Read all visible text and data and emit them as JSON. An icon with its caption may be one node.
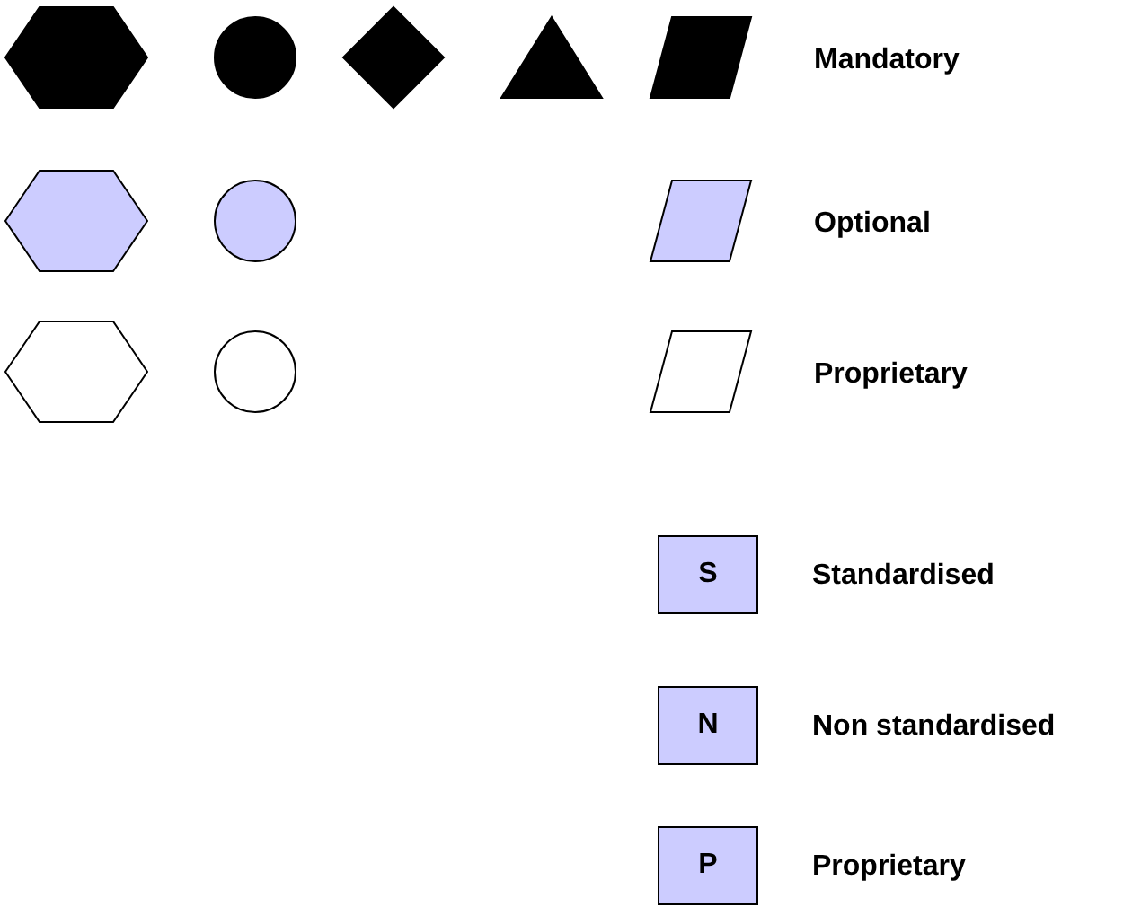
{
  "diagram": {
    "nodes": [
      {
        "text": [
          "S"
        ],
        "beside": [
          "Standardised"
        ]
      },
      {
        "text": [
          "N"
        ],
        "beside": [
          "Non standardised"
        ]
      },
      {
        "text": [
          "P"
        ],
        "beside": [
          "Proprietary"
        ]
      }
    ],
    "legend": [
      {
        "text": "Mandatory"
      },
      {
        "text": "Optional"
      },
      {
        "text": "Proprietary"
      }
    ]
  }
}
